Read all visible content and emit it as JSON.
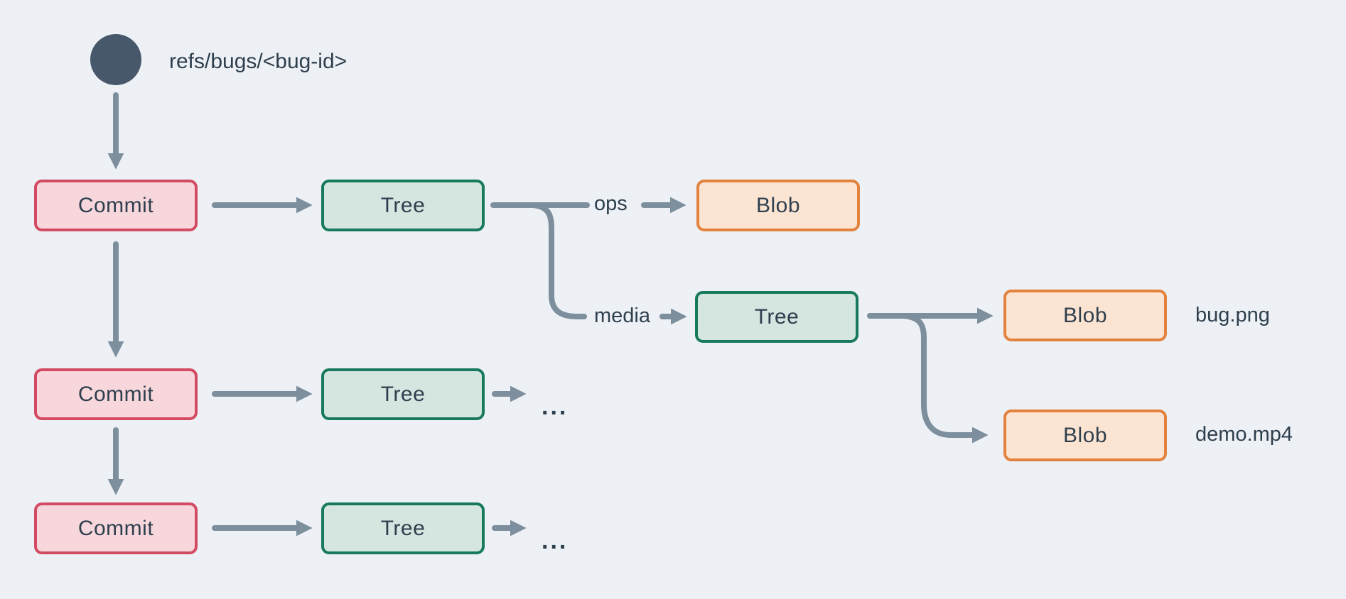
{
  "diagram": {
    "ref_label": "refs/bugs/<bug-id>",
    "boxes": {
      "commit_1": "Commit",
      "commit_2": "Commit",
      "commit_3": "Commit",
      "tree_row1": "Tree",
      "tree_row2": "Tree",
      "tree_row3": "Tree",
      "tree_media": "Tree",
      "blob_ops": "Blob",
      "blob_bug": "Blob",
      "blob_demo": "Blob"
    },
    "edge_labels": {
      "ops": "ops",
      "media": "media"
    },
    "file_labels": {
      "bug": "bug.png",
      "demo": "demo.mp4"
    },
    "ellipsis_row2": "...",
    "ellipsis_row3": "..."
  },
  "colors": {
    "background": "#edf1f5",
    "arrow": "#7d8e9d",
    "ref_circle": "#47586a",
    "text": "#2e3f4e",
    "commit_fill": "#f8d7dc",
    "commit_border": "#d24b63",
    "tree_fill": "#d5e5df",
    "tree_border": "#187a5d",
    "blob_fill": "#fce4d2",
    "blob_border": "#e2823e"
  }
}
